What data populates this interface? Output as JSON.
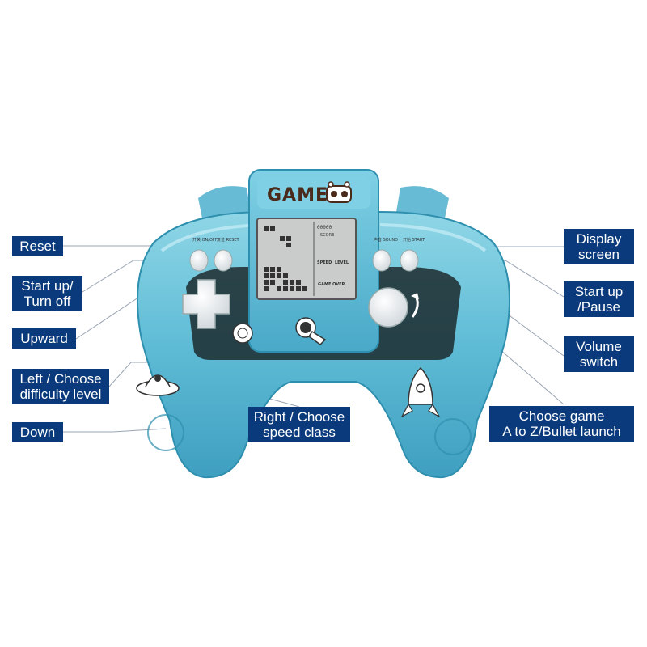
{
  "brand": {
    "logo_text": "GAME"
  },
  "screen": {
    "score_label": "SCORE",
    "speed_label": "SPEED",
    "level_label": "LEVEL",
    "game_over": "GAME OVER",
    "score_value": "00000"
  },
  "button_labels": {
    "left_top_1": "开关\nON/OFF",
    "left_top_2": "复位\nRESET",
    "right_top_1": "声音\nSOUND",
    "right_top_2": "开始\nSTART"
  },
  "callouts": {
    "reset": "Reset",
    "start_up_turn_off": "Start up/\nTurn off",
    "upward": "Upward",
    "left_choose": "Left / Choose\ndifficulty level",
    "down": "Down",
    "right_choose": "Right / Choose\nspeed class",
    "display_screen": "Display\nscreen",
    "start_up_pause": "Start up\n/Pause",
    "volume_switch": "Volume\nswitch",
    "choose_game": "Choose game\nA to Z/Bullet launch"
  },
  "colors": {
    "callout_bg": "#0a3a7c",
    "callout_text": "#ffffff",
    "shell": "#6cc6dc",
    "shell_dark": "#2e8fae",
    "button": "#e8ecef",
    "screen_bg": "#c9ccca",
    "leader_line": "#9aa4b4"
  }
}
